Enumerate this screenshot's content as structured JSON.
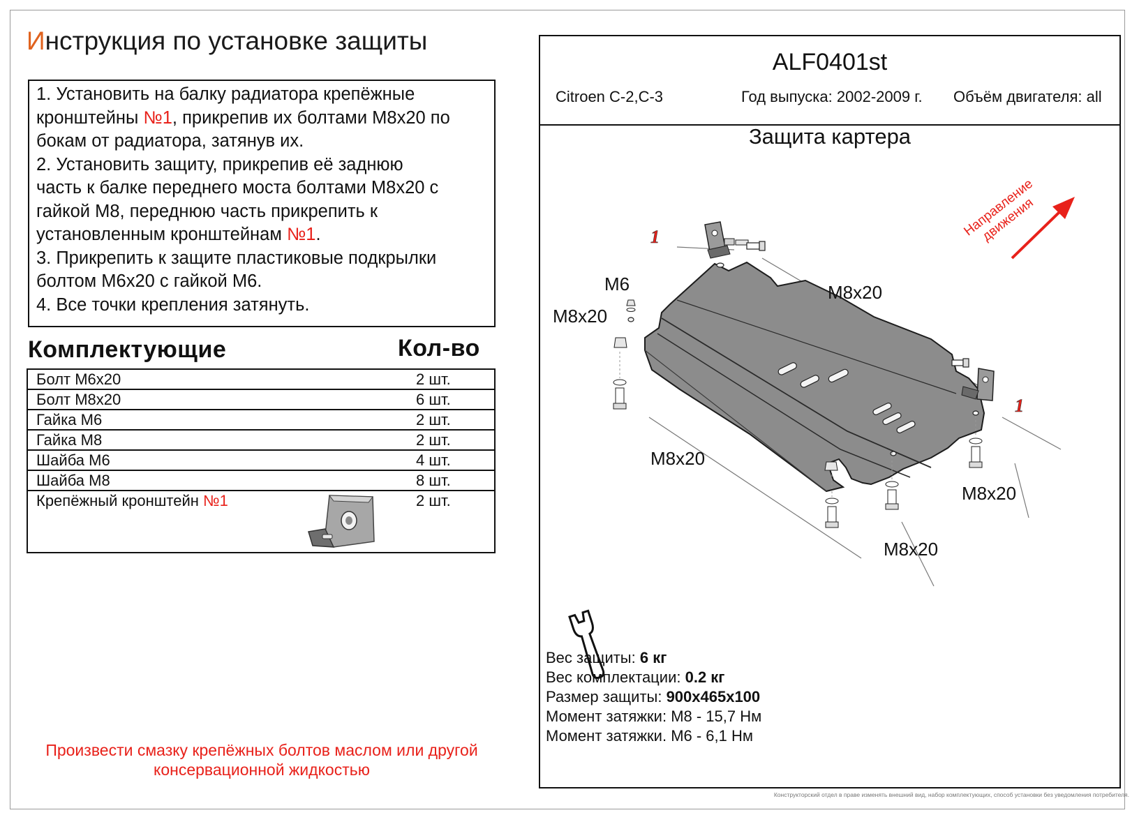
{
  "title": {
    "first_letter": "И",
    "rest": "нструкция по установке защиты"
  },
  "instructions": [
    [
      {
        "t": "1.  Установить на балку радиатора крепёжные",
        "red": false
      }
    ],
    [
      {
        "t": "кронштейны ",
        "red": false
      },
      {
        "t": "№1",
        "red": true
      },
      {
        "t": ", прикрепив их болтами М8х20 по",
        "red": false
      }
    ],
    [
      {
        "t": "бокам от радиатора, затянув их.",
        "red": false
      }
    ],
    [
      {
        "t": "2.  Установить защиту, прикрепив её заднюю",
        "red": false
      }
    ],
    [
      {
        "t": "часть к балке переднего моста болтами М8х20 с",
        "red": false
      }
    ],
    [
      {
        "t": "гайкой М8, переднюю часть прикрепить к",
        "red": false
      }
    ],
    [
      {
        "t": "установленным кронштейнам ",
        "red": false
      },
      {
        "t": "№1",
        "red": true
      },
      {
        "t": ".",
        "red": false
      }
    ],
    [
      {
        "t": "3.  Прикрепить к защите пластиковые подкрылки",
        "red": false
      }
    ],
    [
      {
        "t": "болтом М6х20 с гайкой М6.",
        "red": false
      }
    ],
    [
      {
        "t": "4.  Все точки крепления затянуть.",
        "red": false
      }
    ]
  ],
  "components": {
    "title": "Комплектующие",
    "qty_title": "Кол-во",
    "rows": [
      {
        "name": "Болт М6х20",
        "qty": "2 шт."
      },
      {
        "name": "Болт М8х20",
        "qty": "6 шт."
      },
      {
        "name": "Гайка М6",
        "qty": "2 шт."
      },
      {
        "name": "Гайка М8",
        "qty": "2 шт."
      },
      {
        "name": "Шайба М6",
        "qty": "4 шт."
      },
      {
        "name": "Шайба М8",
        "qty": "8 шт."
      }
    ],
    "bracket": {
      "name": "Крепёжный кронштейн ",
      "num": "№1",
      "qty": "2 шт."
    }
  },
  "note": [
    "Произвести смазку крепёжных болтов маслом или другой",
    "консервационной жидкостью"
  ],
  "header": {
    "code": "ALF0401st",
    "car": "Citroen C-2,C-3",
    "year": "Год выпуска: 2002-2009 г.",
    "engine": "Объём двигателя: all"
  },
  "protection_title": "Защита картера",
  "diagram": {
    "direction": [
      "Направление",
      "движения"
    ],
    "callout_1": "1",
    "labels": {
      "m6": "M6",
      "m8_left": "M8x20",
      "m8_top": "M8x20",
      "m8_bottom_left": "M8x20",
      "m8_right": "M8x20",
      "m8_bottom": "M8x20"
    }
  },
  "specs": [
    {
      "label": "Вес защиты: ",
      "value": "6 кг"
    },
    {
      "label": "Вес комплектации: ",
      "value": "0.2 кг"
    },
    {
      "label": "Размер защиты: ",
      "value": "900x465x100"
    },
    {
      "label": "Момент затяжки:  М8 - 15,7 Нм",
      "value": ""
    },
    {
      "label": "Момент затяжки.  М6 - 6,1 Нм",
      "value": ""
    }
  ],
  "footer": "Конструкторский отдел в праве изменять внешний вид, набор комплектующих, способ установки без уведомления потребителя.",
  "colors": {
    "accent_red": "#e8211a",
    "title_orange": "#e0621e",
    "plate_gray": "#8c8c8c"
  }
}
